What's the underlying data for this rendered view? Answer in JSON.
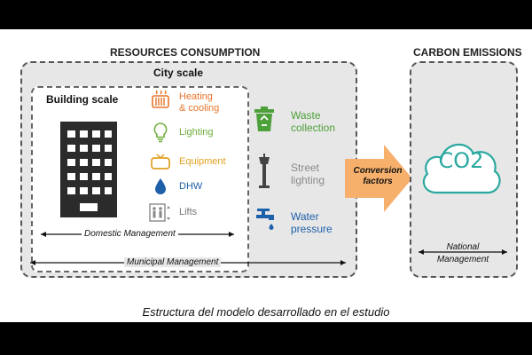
{
  "sections": {
    "resources_title": "RESOURCES CONSUMPTION",
    "carbon_title": "CARBON EMISSIONS",
    "city_scale": "City scale",
    "building_scale": "Building scale"
  },
  "building_items": [
    {
      "line1": "Heating",
      "line2": "& cooling",
      "color": "#e8742a",
      "icon": "heater-icon"
    },
    {
      "line1": "Lighting",
      "line2": "",
      "color": "#6fae3c",
      "icon": "light-bulb-icon"
    },
    {
      "line1": "Equipment",
      "line2": "",
      "color": "#e0a020",
      "icon": "tv-icon"
    },
    {
      "line1": "DHW",
      "line2": "",
      "color": "#1d5fa8",
      "icon": "water-drop-icon"
    },
    {
      "line1": "Lifts",
      "line2": "",
      "color": "#777777",
      "icon": "elevator-icon"
    }
  ],
  "city_items": [
    {
      "line1": "Waste",
      "line2": "collection",
      "color": "#4ea03a",
      "icon": "recycle-bin-icon"
    },
    {
      "line1": "Street",
      "line2": "lighting",
      "color": "#8a8a8a",
      "icon": "street-lamp-icon"
    },
    {
      "line1": "Water",
      "line2": "pressure",
      "color": "#1d5fa8",
      "icon": "water-tap-icon"
    }
  ],
  "management": {
    "domestic": "Domestic Management",
    "municipal": "Municipal Management",
    "national_line1": "National",
    "national_line2": "Management"
  },
  "conversion": {
    "line1": "Conversion",
    "line2": "factors",
    "color": "#f7b06c"
  },
  "co2": {
    "text": "CO2",
    "color": "#2aa8a0"
  },
  "caption": "Estructura del modelo desarrollado en el estudio"
}
